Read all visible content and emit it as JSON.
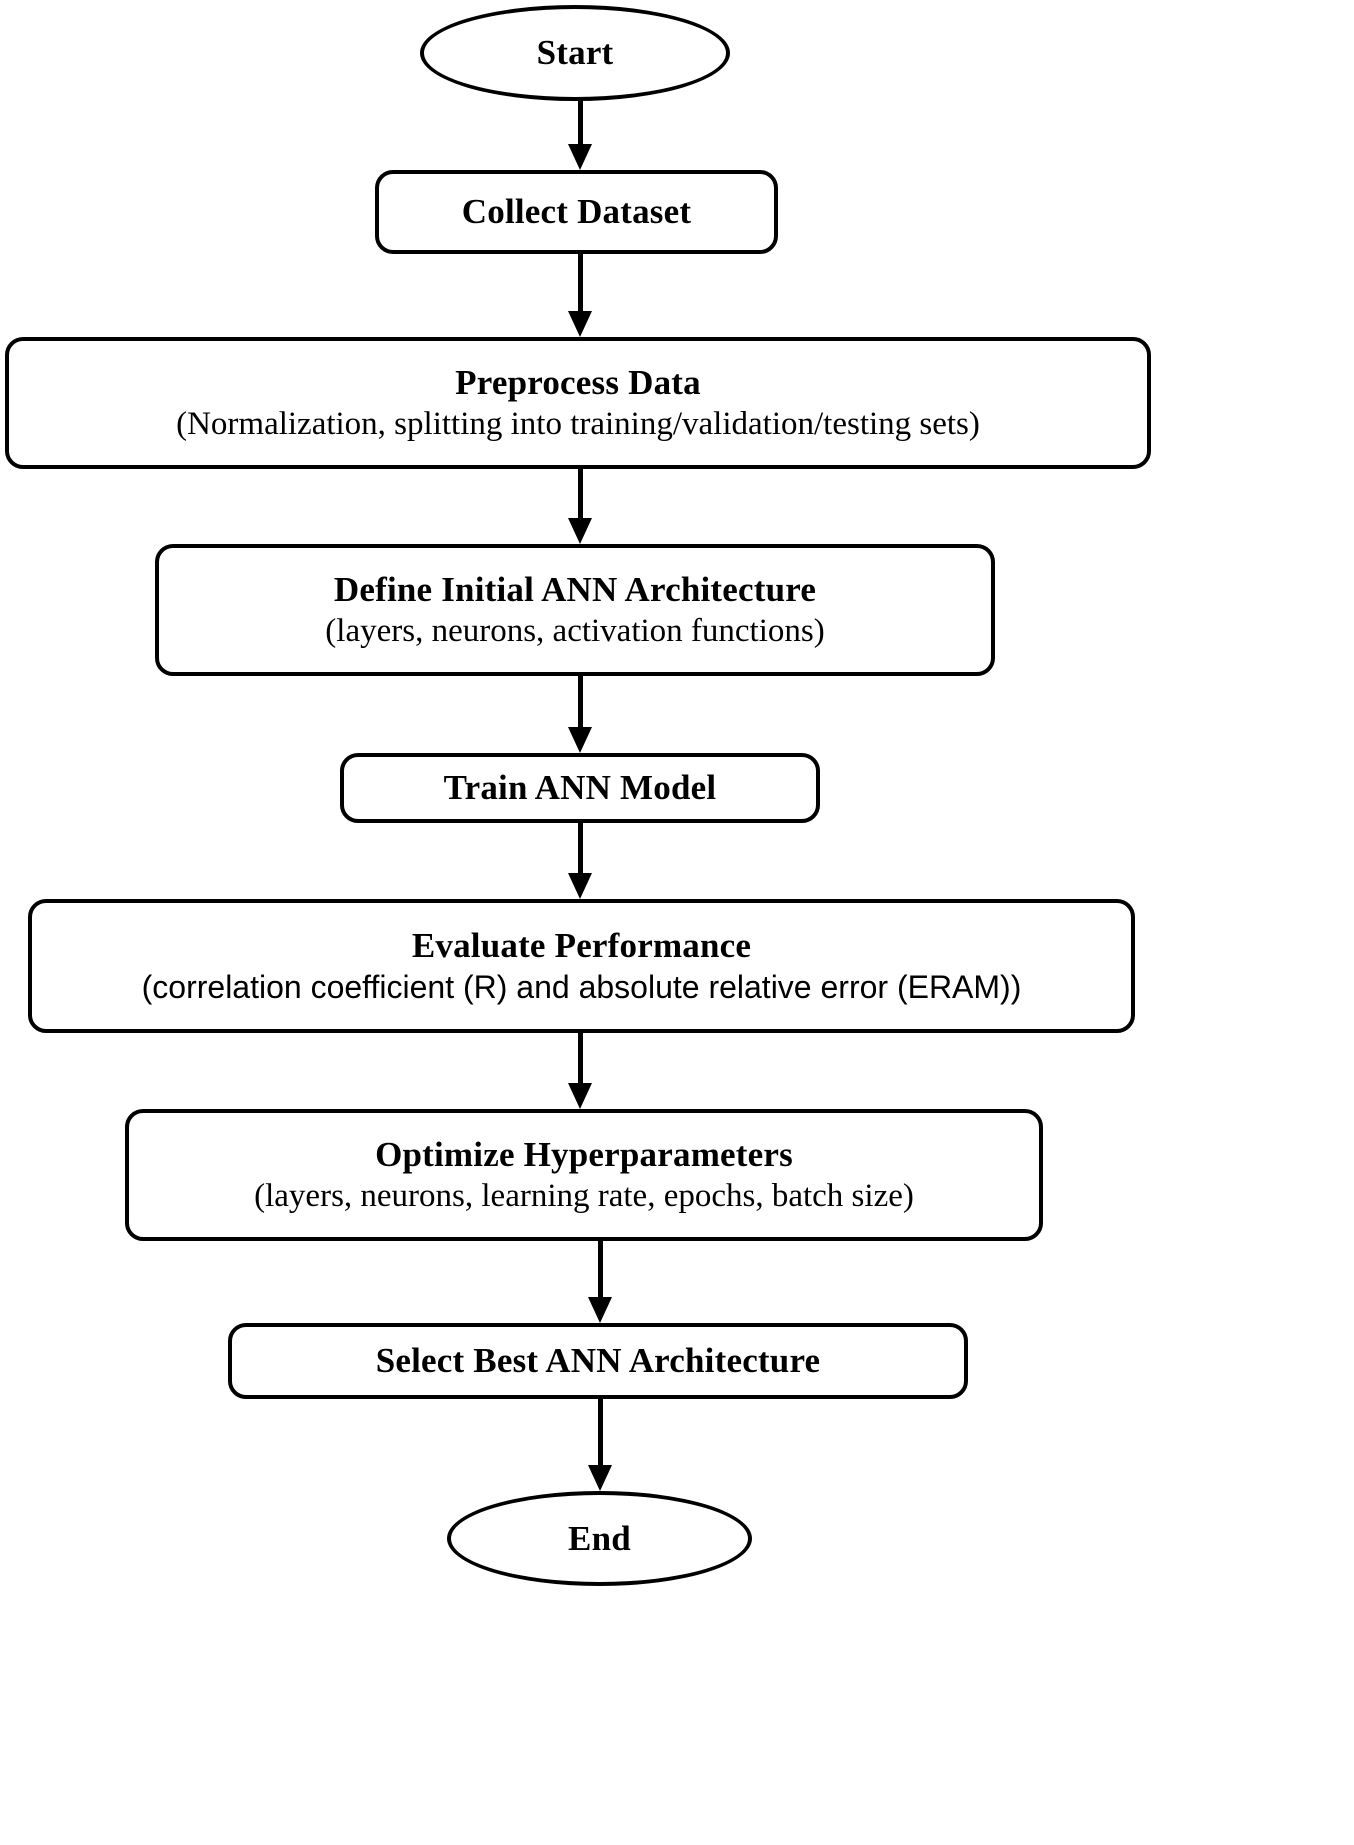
{
  "diagram": {
    "type": "flowchart",
    "orientation": "top-to-bottom",
    "node_fill": "#ffffff",
    "stroke_color": "#000000",
    "text_color": "#000000",
    "nodes": [
      {
        "id": "start",
        "shape": "ellipse",
        "title": "Start",
        "subtitle": ""
      },
      {
        "id": "collect-dataset",
        "shape": "rounded-rectangle",
        "title": "Collect Dataset",
        "subtitle": ""
      },
      {
        "id": "preprocess-data",
        "shape": "rounded-rectangle",
        "title": "Preprocess Data",
        "subtitle": "(Normalization, splitting into training/validation/testing sets)"
      },
      {
        "id": "define-architecture",
        "shape": "rounded-rectangle",
        "title": "Define Initial ANN Architecture",
        "subtitle": "(layers, neurons, activation functions)"
      },
      {
        "id": "train-model",
        "shape": "rounded-rectangle",
        "title": "Train ANN Model",
        "subtitle": ""
      },
      {
        "id": "evaluate-performance",
        "shape": "rounded-rectangle",
        "title": "Evaluate Performance",
        "subtitle": "(correlation coefficient (R) and absolute relative error (ERAM))"
      },
      {
        "id": "optimize-hyperparameters",
        "shape": "rounded-rectangle",
        "title": "Optimize Hyperparameters",
        "subtitle": "(layers, neurons, learning rate, epochs, batch size)"
      },
      {
        "id": "select-best-architecture",
        "shape": "rounded-rectangle",
        "title": "Select Best ANN Architecture",
        "subtitle": ""
      },
      {
        "id": "end",
        "shape": "ellipse",
        "title": "End",
        "subtitle": ""
      }
    ],
    "edges": [
      {
        "from": "start",
        "to": "collect-dataset",
        "label": ""
      },
      {
        "from": "collect-dataset",
        "to": "preprocess-data",
        "label": ""
      },
      {
        "from": "preprocess-data",
        "to": "define-architecture",
        "label": ""
      },
      {
        "from": "define-architecture",
        "to": "train-model",
        "label": ""
      },
      {
        "from": "train-model",
        "to": "evaluate-performance",
        "label": ""
      },
      {
        "from": "evaluate-performance",
        "to": "optimize-hyperparameters",
        "label": ""
      },
      {
        "from": "optimize-hyperparameters",
        "to": "select-best-architecture",
        "label": ""
      },
      {
        "from": "select-best-architecture",
        "to": "end",
        "label": ""
      }
    ]
  }
}
